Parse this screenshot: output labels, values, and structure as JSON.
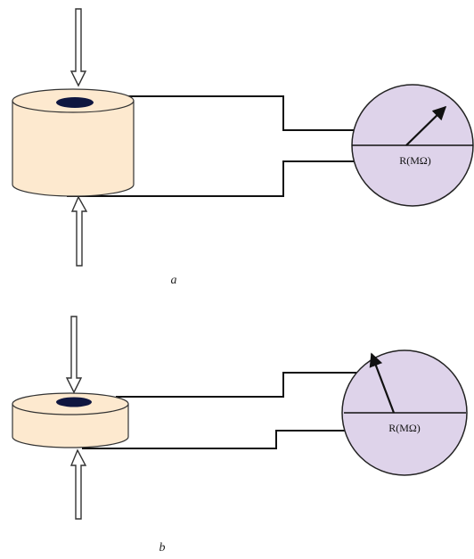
{
  "panels": [
    {
      "caption": "a",
      "meter_label": "R(MΩ)",
      "sample_fill": "#fde9cf",
      "electrode_fill": "#0f1640",
      "meter_fill": "#ded3ea"
    },
    {
      "caption": "b",
      "meter_label": "R(MΩ)",
      "sample_fill": "#fde9cf",
      "electrode_fill": "#0f1640",
      "meter_fill": "#ded3ea"
    }
  ],
  "icons": {
    "force_arrow": "hollow-arrow-icon",
    "needle": "needle-arrow-icon"
  }
}
